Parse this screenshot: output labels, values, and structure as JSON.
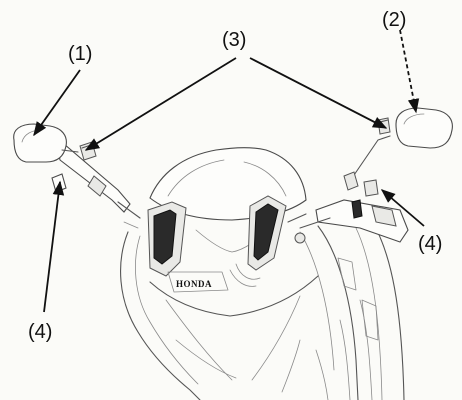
{
  "brand_text": "HONDA",
  "callouts": {
    "c1": "(1)",
    "c2": "(2)",
    "c3": "(3)",
    "c4_left": "(4)",
    "c4_right": "(4)"
  }
}
